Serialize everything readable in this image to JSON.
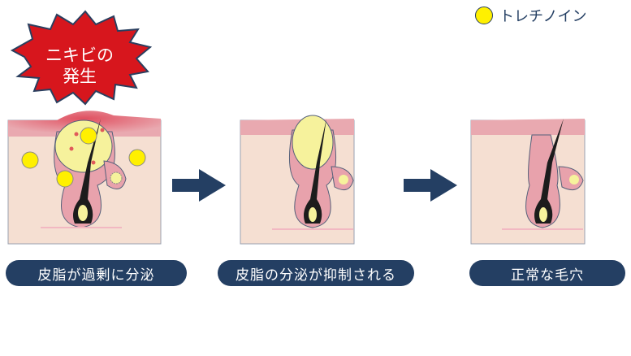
{
  "legend": {
    "label": "トレチノイン",
    "icon": "yellow-dot-icon"
  },
  "burst": {
    "line1": "ニキビの",
    "line2": "発生"
  },
  "steps": [
    {
      "label": "皮脂が過剰に分泌"
    },
    {
      "label": "皮脂の分泌が抑制される"
    },
    {
      "label": "正常な毛穴"
    }
  ],
  "colors": {
    "navy": "#243f63",
    "red": "#d7161d",
    "skin": "#f5dfd2",
    "pink": "#e8a2ac",
    "sebum": "#f6f29c",
    "tretinoin": "#fff000"
  }
}
